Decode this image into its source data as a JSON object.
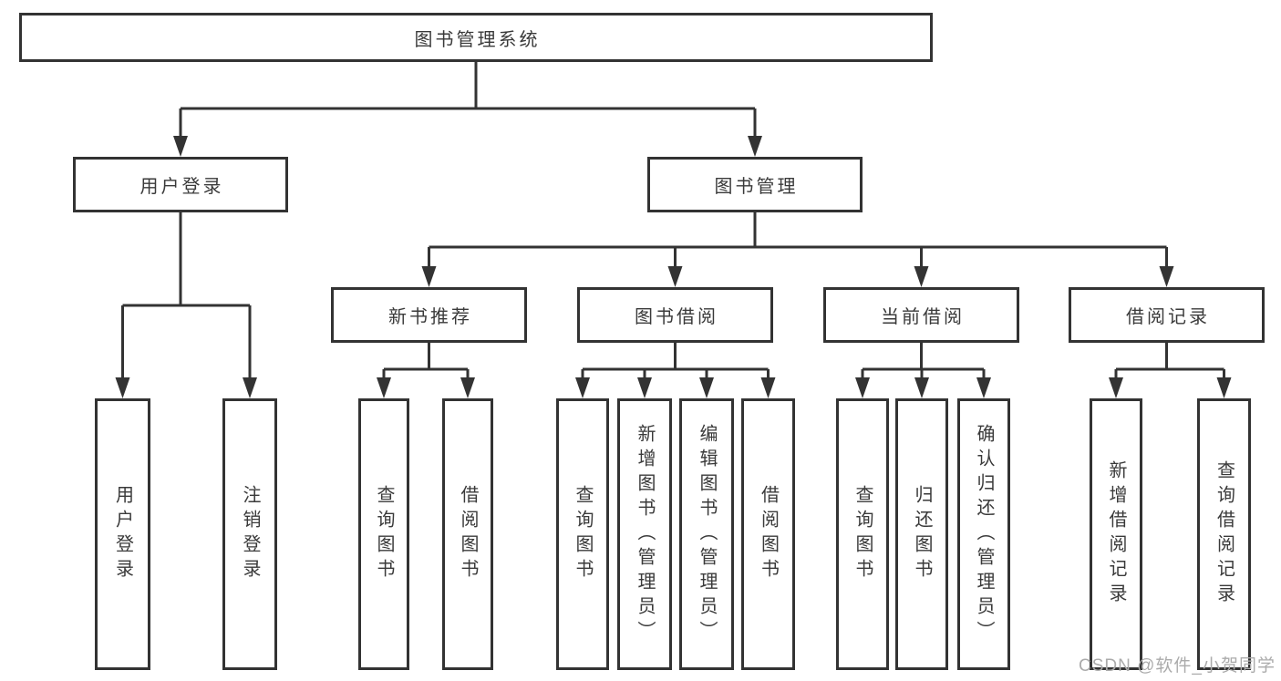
{
  "colors": {
    "line": "#333333",
    "text": "#3a3a3a",
    "background": "#ffffff",
    "watermark": "#ababab"
  },
  "tree": {
    "root": {
      "label": "图书管理系统"
    },
    "level2": [
      {
        "id": "user-login",
        "label": "用户登录",
        "children": [
          "用户登录",
          "注销登录"
        ]
      },
      {
        "id": "book-management",
        "label": "图书管理"
      }
    ],
    "level3": [
      {
        "id": "new-book-recommend",
        "label": "新书推荐",
        "children": [
          "查询图书",
          "借阅图书"
        ]
      },
      {
        "id": "book-borrow",
        "label": "图书借阅",
        "children": [
          "查询图书",
          "新增图书（管理员）",
          "编辑图书（管理员）",
          "借阅图书"
        ]
      },
      {
        "id": "current-borrow",
        "label": "当前借阅",
        "children": [
          "查询图书",
          "归还图书",
          "确认归还（管理员）"
        ]
      },
      {
        "id": "borrow-records",
        "label": "借阅记录",
        "children": [
          "新增借阅记录",
          "查询借阅记录"
        ]
      }
    ]
  },
  "watermark": "CSDN @软件_小贺同学"
}
